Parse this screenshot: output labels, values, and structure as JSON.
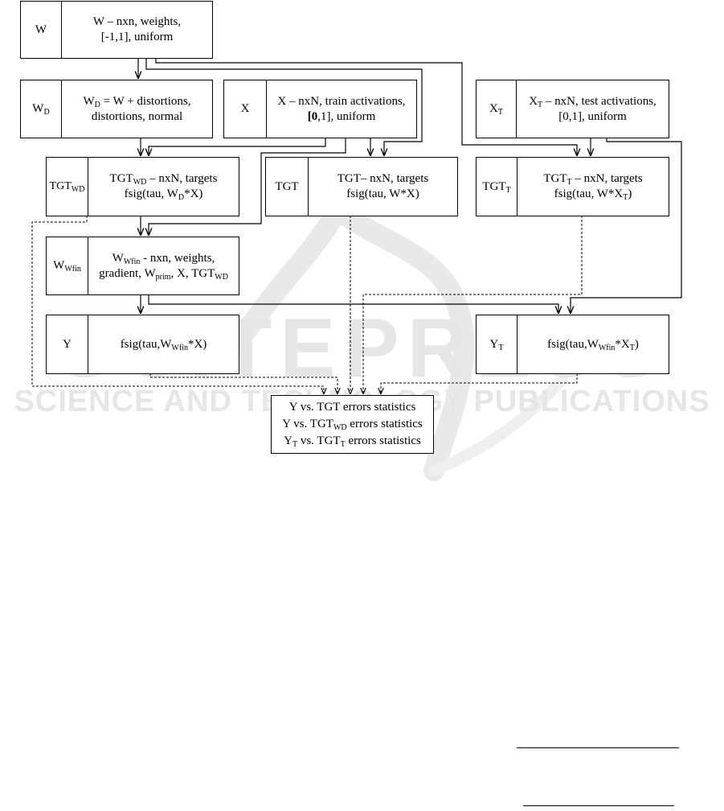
{
  "watermark": {
    "brand": "SCITEPRESS",
    "tagline": "SCIENCE AND TECHNOLOGY PUBLICATIONS"
  },
  "boxes": {
    "w": {
      "label": "W",
      "line1": "W – nxn, weights,",
      "line2": "[-1,1], uniform"
    },
    "wd": {
      "label_main": "W",
      "label_sub": "D",
      "l1_a": "W",
      "l1_sub": "D",
      "l1_b": " = W + distortions,",
      "line2": "distortions, normal"
    },
    "x": {
      "label": "X",
      "line1": "X – nxN, train activations,",
      "l2_bold": "[0",
      "l2_rest": ",1], uniform"
    },
    "xt": {
      "label_main": "X",
      "label_sub": "T",
      "l1_a": "X",
      "l1_sub": "T",
      "l1_b": " – nxN, test activations,",
      "line2": "[0,1], uniform"
    },
    "tgtwd": {
      "label_main": "TGT",
      "label_sub": "WD",
      "l1_a": "TGT",
      "l1_sub": "WD",
      "l1_b": " – nxN, targets",
      "l2_a": "fsig(tau, W",
      "l2_sub": "D",
      "l2_b": "*X)"
    },
    "tgt": {
      "label": "TGT",
      "line1": "TGT– nxN, targets",
      "line2": "fsig(tau, W*X)"
    },
    "tgtt": {
      "label_main": "TGT",
      "label_sub": "T",
      "l1_a": "TGT",
      "l1_sub": "T",
      "l1_b": " – nxN, targets",
      "l2_a": "fsig(tau, W*X",
      "l2_sub": "T",
      "l2_b": ")"
    },
    "wwfin": {
      "label_main": "W",
      "label_sub": "Wfin",
      "l1_a": "W",
      "l1_sub": "Wfin",
      "l1_b": " - nxn, weights,",
      "l2_a": "gradient, W",
      "l2_sub": "prim",
      "l2_b": ", X, TGT",
      "l2_sub2": "WD"
    },
    "y": {
      "label": "Y",
      "l1_a": "fsig(tau,W",
      "l1_sub": "Wfin",
      "l1_b": "*X)"
    },
    "yt": {
      "label_main": "Y",
      "label_sub": "T",
      "l1_a": "fsig(tau,W",
      "l1_sub": "Wfin",
      "l1_b": "*X",
      "l1_sub2": "T",
      "l1_c": ")"
    }
  },
  "stats": {
    "line1": "Y vs. TGT errors statistics",
    "l2_a": "Y vs. TGT",
    "l2_sub": "WD",
    "l2_b": " errors statistics",
    "l3_a": "Y",
    "l3_sub": "T",
    "l3_b": " vs. TGT",
    "l3_sub2": "T",
    "l3_c": " errors statistics"
  }
}
